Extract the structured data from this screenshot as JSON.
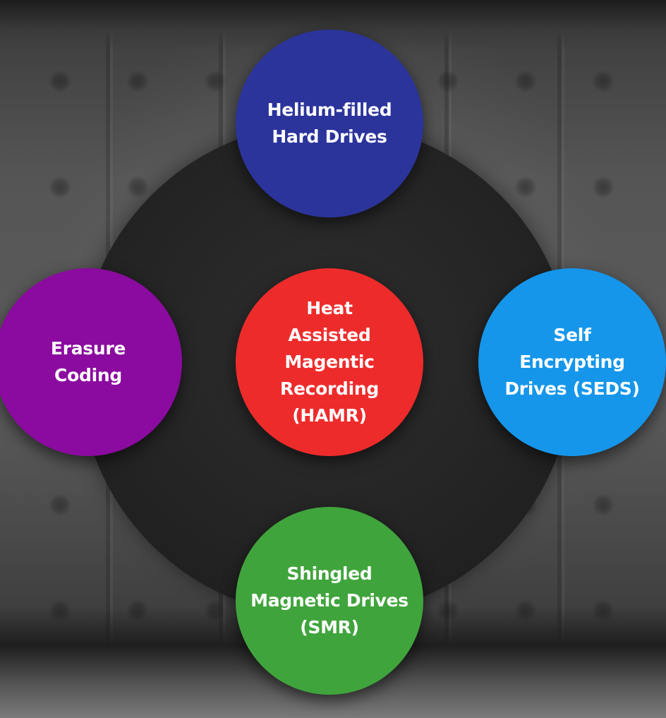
{
  "diagram": {
    "nodes": {
      "top": {
        "label": "Helium-filled\nHard Drives",
        "color": "#2b349b"
      },
      "center": {
        "label": "Heat\nAssisted\nMagentic\nRecording\n(HAMR)",
        "color": "#ee2b2b"
      },
      "left": {
        "label": "Erasure\nCoding",
        "color": "#8b0aa0"
      },
      "right": {
        "label": "Self\nEncrypting\nDrives (SEDS)",
        "color": "#1596ea"
      },
      "bottom": {
        "label": "Shingled\nMagnetic Drives\n(SMR)",
        "color": "#40a43c"
      }
    },
    "ring_color": "#232323"
  }
}
